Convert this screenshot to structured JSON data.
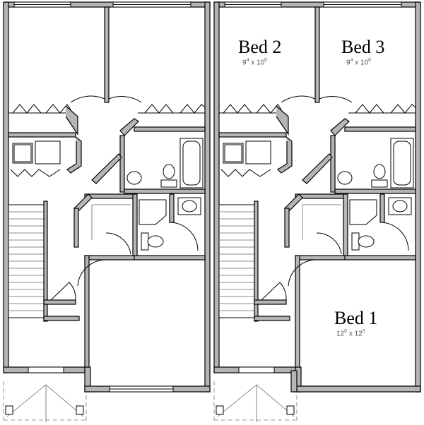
{
  "rooms": [
    {
      "name": "Bed 2",
      "dim_w": "9",
      "dim_w_in": "4",
      "dim_sep": "x",
      "dim_l": "10",
      "dim_l_in": "0"
    },
    {
      "name": "Bed 3",
      "dim_w": "9",
      "dim_w_in": "4",
      "dim_sep": "x",
      "dim_l": "10",
      "dim_l_in": "0"
    },
    {
      "name": "Bed 1",
      "dim_w": "12",
      "dim_w_in": "0",
      "dim_sep": "x",
      "dim_l": "12",
      "dim_l_in": "0"
    }
  ],
  "colors": {
    "wall_fill": "#b5b5b5",
    "line": "#000000",
    "background": "#ffffff"
  }
}
